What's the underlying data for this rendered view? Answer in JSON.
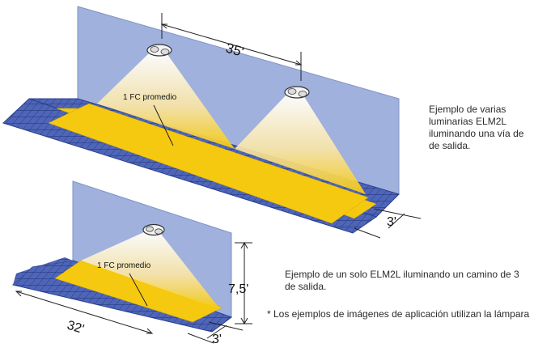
{
  "scene_top": {
    "wall_color": "#9fb1dc",
    "floor_grid_color": "#3a53a8",
    "highlight_color": "#f5c90f",
    "dimension_spacing": "35'",
    "dimension_width": "3'",
    "fc_label": "1 FC promedio",
    "caption": "Ejemplo de varias luminarias ELM2L iluminando una vía de de salida."
  },
  "scene_bottom": {
    "dimension_height": "7,5'",
    "dimension_length": "32'",
    "dimension_width": "3'",
    "fc_label": "1 FC promedio",
    "caption": "Ejemplo de un solo ELM2L iluminando un camino de 3 de salida."
  },
  "footnote": "* Los ejemplos de imágenes de aplicación utilizan la lámpara"
}
